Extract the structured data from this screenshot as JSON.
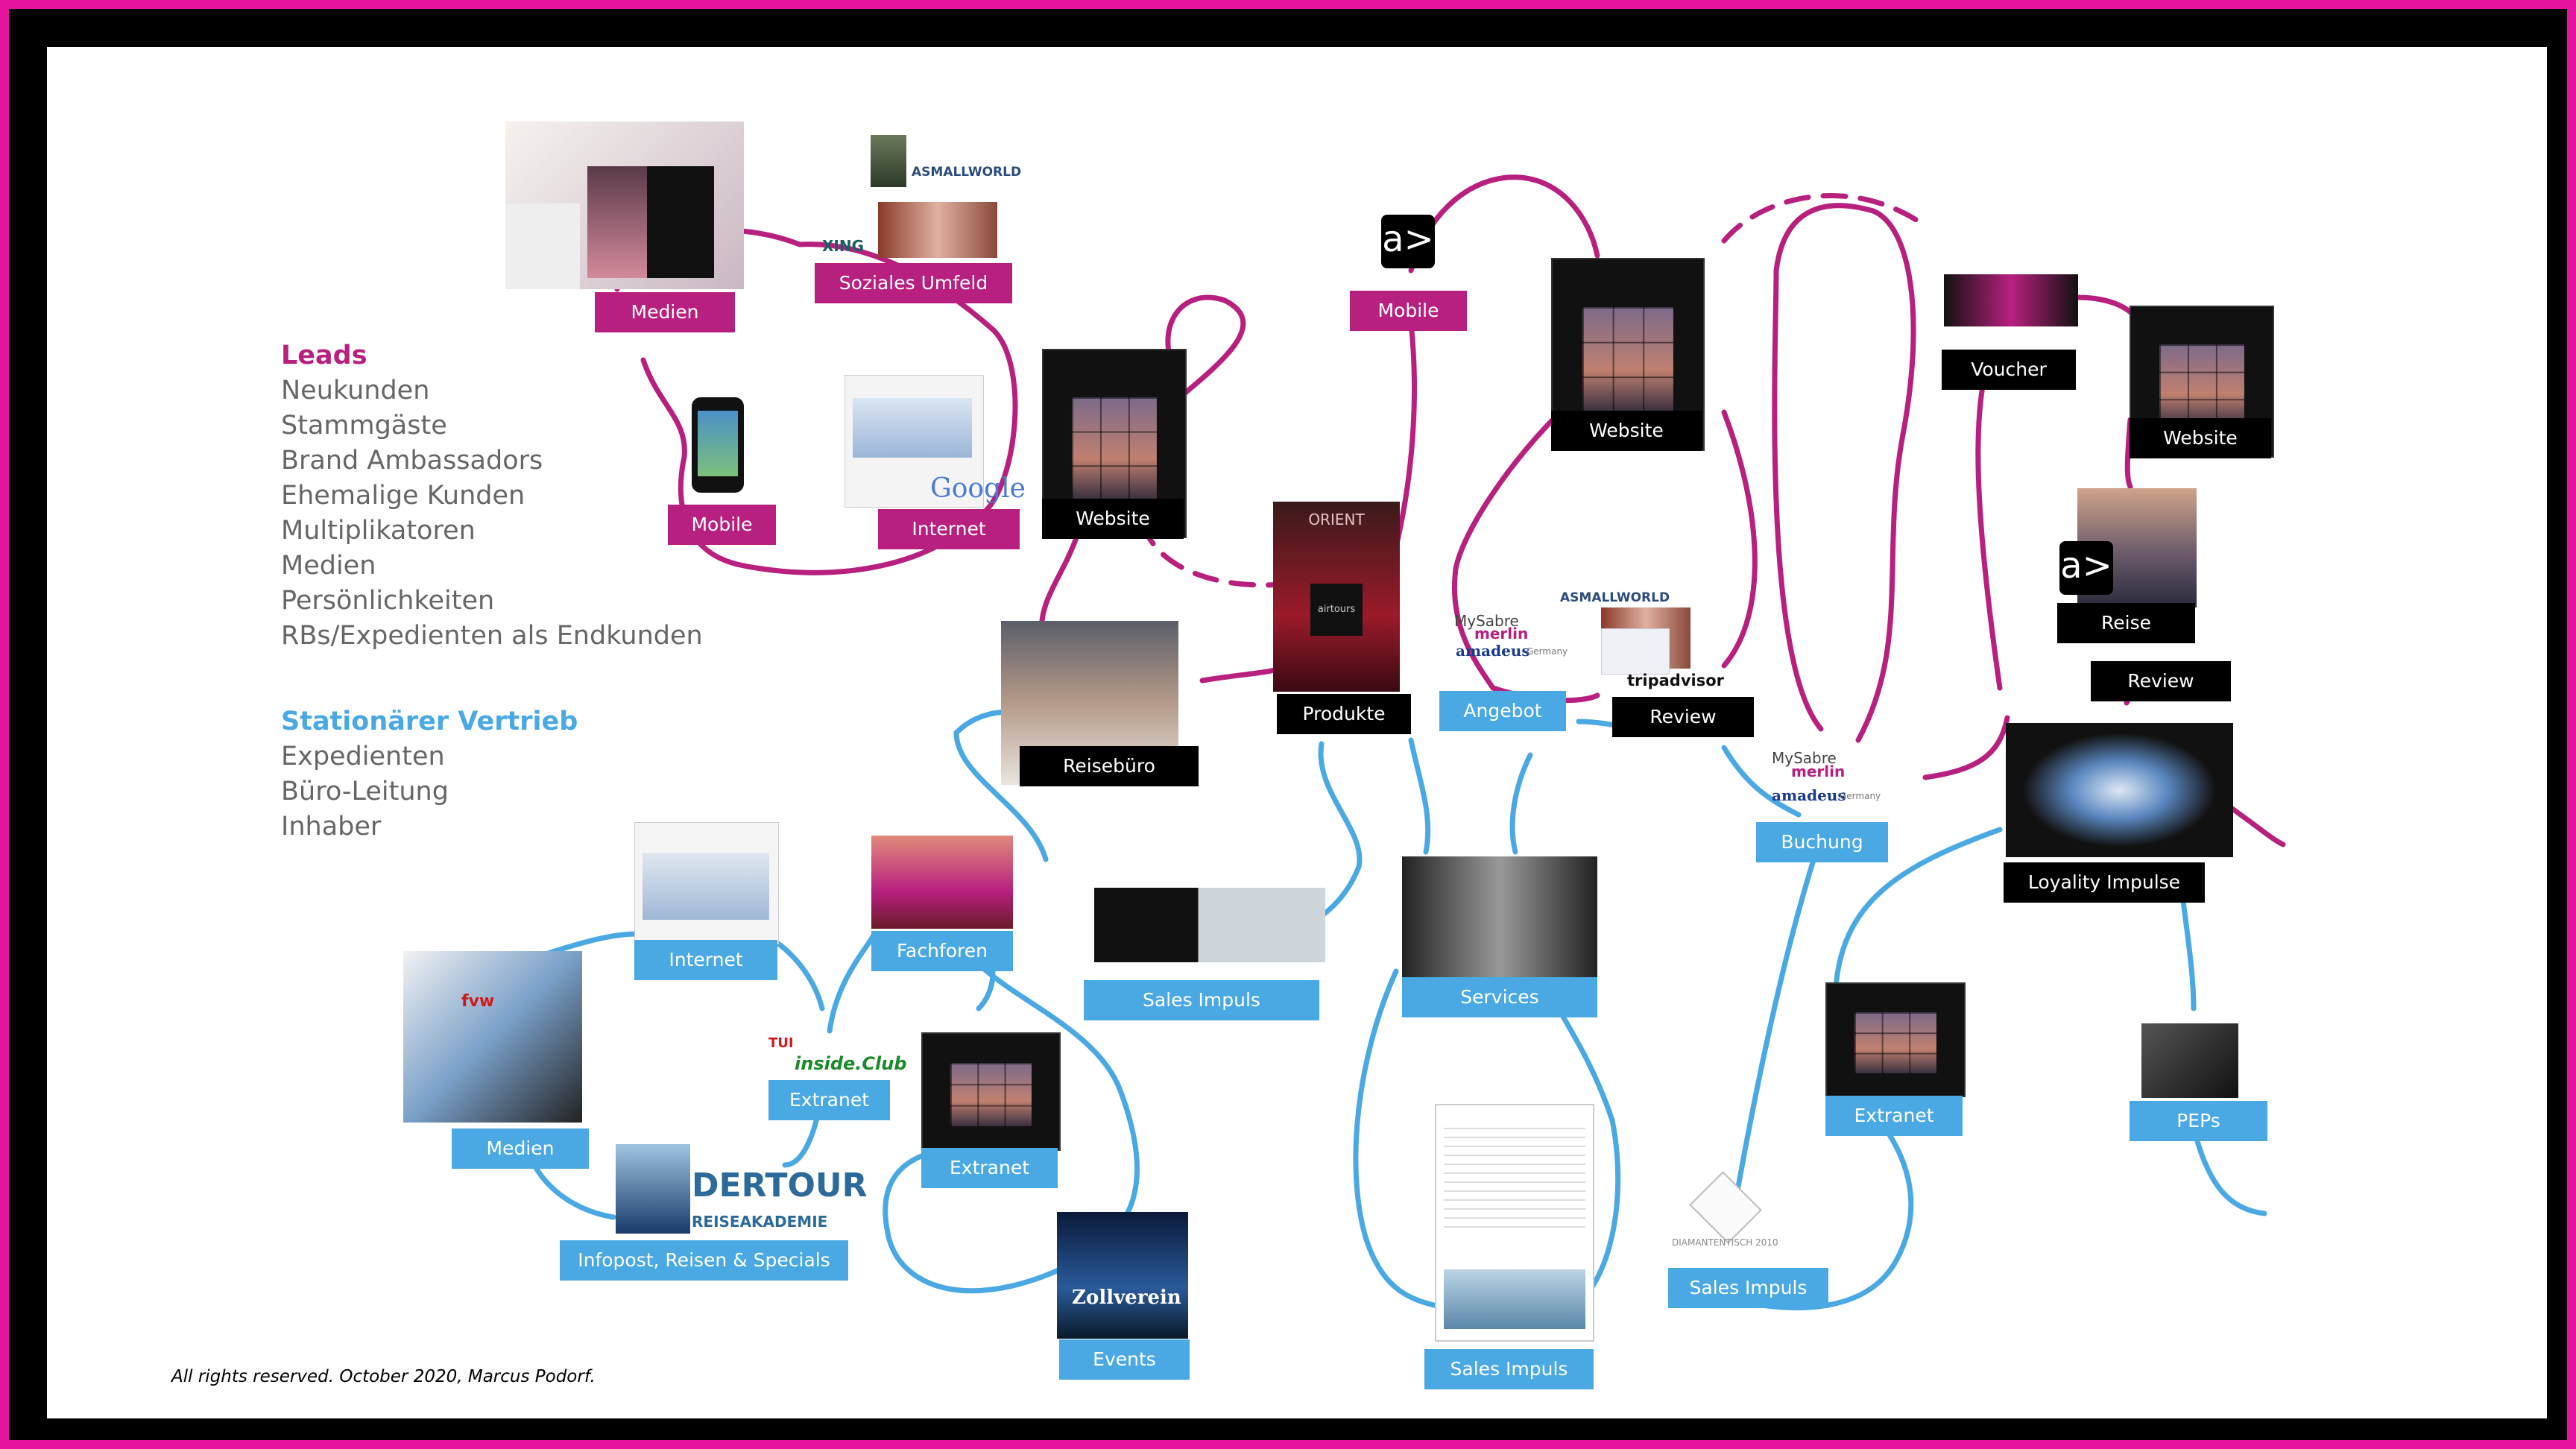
{
  "leads": {
    "heading": "Leads",
    "items": [
      "Neukunden",
      "Stammgäste",
      "Brand Ambassadors",
      "Ehemalige Kunden",
      "Multiplikatoren",
      "Medien",
      "Persönlichkeiten",
      "RBs/Expedienten als Endkunden"
    ]
  },
  "stationary": {
    "heading": "Stationärer Vertrieb",
    "items": [
      "Expedienten",
      "Büro-Leitung",
      "Inhaber"
    ]
  },
  "nodes": {
    "medien_top": "Medien",
    "soziales": "Soziales Umfeld",
    "mobile_left": "Mobile",
    "internet_top": "Internet",
    "website_1": "Website",
    "reisebuero": "Reisebüro",
    "produkte": "Produkte",
    "mobile_center": "Mobile",
    "website_2": "Website",
    "angebot": "Angebot",
    "review_1": "Review",
    "buchung": "Buchung",
    "voucher": "Voucher",
    "website_3": "Website",
    "reise": "Reise",
    "review_2": "Review",
    "loyality": "Loyality Impulse",
    "peps": "PEPs",
    "extranet_right": "Extranet",
    "sales_impuls_diamant": "Sales Impuls",
    "services": "Services",
    "sales_impuls_doc": "Sales Impuls",
    "sales_impuls_box": "Sales Impuls",
    "events": "Events",
    "extranet_mid": "Extranet",
    "fachforen": "Fachforen",
    "extranet_tui": "Extranet",
    "internet_bottom": "Internet",
    "medien_bottom": "Medien",
    "infopost": "Infopost, Reisen & Specials"
  },
  "brands": {
    "asmallworld": "ASMALLWORLD",
    "xing": "XING",
    "google": "Google",
    "orient": "ORIENT",
    "airtours": "airtours",
    "mysabre": "MySabre",
    "merlin": "merlin",
    "amadeus": "amadeus",
    "germany": "Germany",
    "tripadvisor": "tripadvisor",
    "tui": "TUI",
    "insideclub": "inside.Club",
    "dertour": "DERTOUR",
    "reiseakademie": "REISEAKADEMIE",
    "fvw": "fvw",
    "diamant": "DIAMANTENTISCH 2010",
    "zollverein": "Zollverein"
  },
  "colors": {
    "magenta": "#b8207f",
    "blue": "#4aa8e2",
    "black": "#000000",
    "frame": "#e5149e"
  },
  "icons": [
    "asmallworld-icon",
    "xing-icon",
    "google-icon",
    "airtours-a-icon",
    "iphone-icon",
    "diamond-icon"
  ],
  "footer": "All rights reserved. October 2020, Marcus Podorf."
}
